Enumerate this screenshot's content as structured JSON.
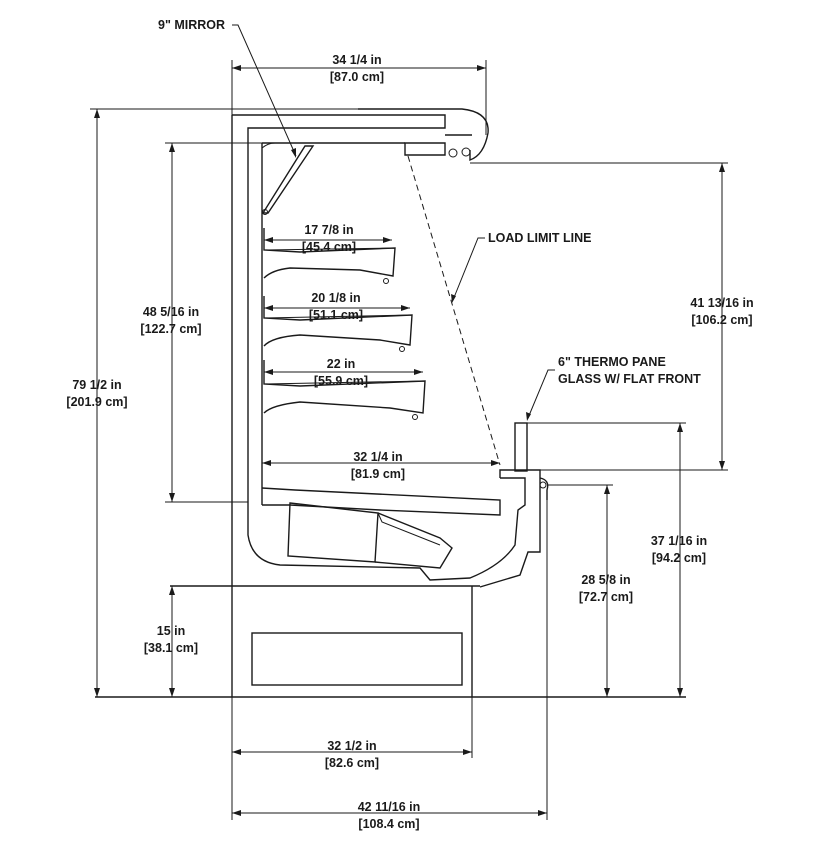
{
  "callouts": {
    "mirror": "9\" MIRROR",
    "load_limit": "LOAD LIMIT LINE",
    "glass_line1": "6\" THERMO PANE",
    "glass_line2": "GLASS W/ FLAT FRONT"
  },
  "dimensions": {
    "top_width": {
      "imperial": "34 1/4 in",
      "metric": "[87.0 cm]"
    },
    "overall_height": {
      "imperial": "79 1/2 in",
      "metric": "[201.9 cm]"
    },
    "interior_height": {
      "imperial": "48 5/16 in",
      "metric": "[122.7 cm]"
    },
    "canopy_to_front": {
      "imperial": "41 13/16 in",
      "metric": "[106.2 cm]"
    },
    "shelf_1": {
      "imperial": "17 7/8 in",
      "metric": "[45.4 cm]"
    },
    "shelf_2": {
      "imperial": "20 1/8 in",
      "metric": "[51.1 cm]"
    },
    "shelf_3": {
      "imperial": "22 in",
      "metric": "[55.9 cm]"
    },
    "deck": {
      "imperial": "32 1/4 in",
      "metric": "[81.9 cm]"
    },
    "front_height": {
      "imperial": "37 1/16 in",
      "metric": "[94.2 cm]"
    },
    "bumper_height": {
      "imperial": "28 5/8 in",
      "metric": "[72.7 cm]"
    },
    "base_height": {
      "imperial": "15 in",
      "metric": "[38.1 cm]"
    },
    "base_width": {
      "imperial": "32 1/2 in",
      "metric": "[82.6 cm]"
    },
    "overall_depth": {
      "imperial": "42 11/16 in",
      "metric": "[108.4 cm]"
    }
  }
}
